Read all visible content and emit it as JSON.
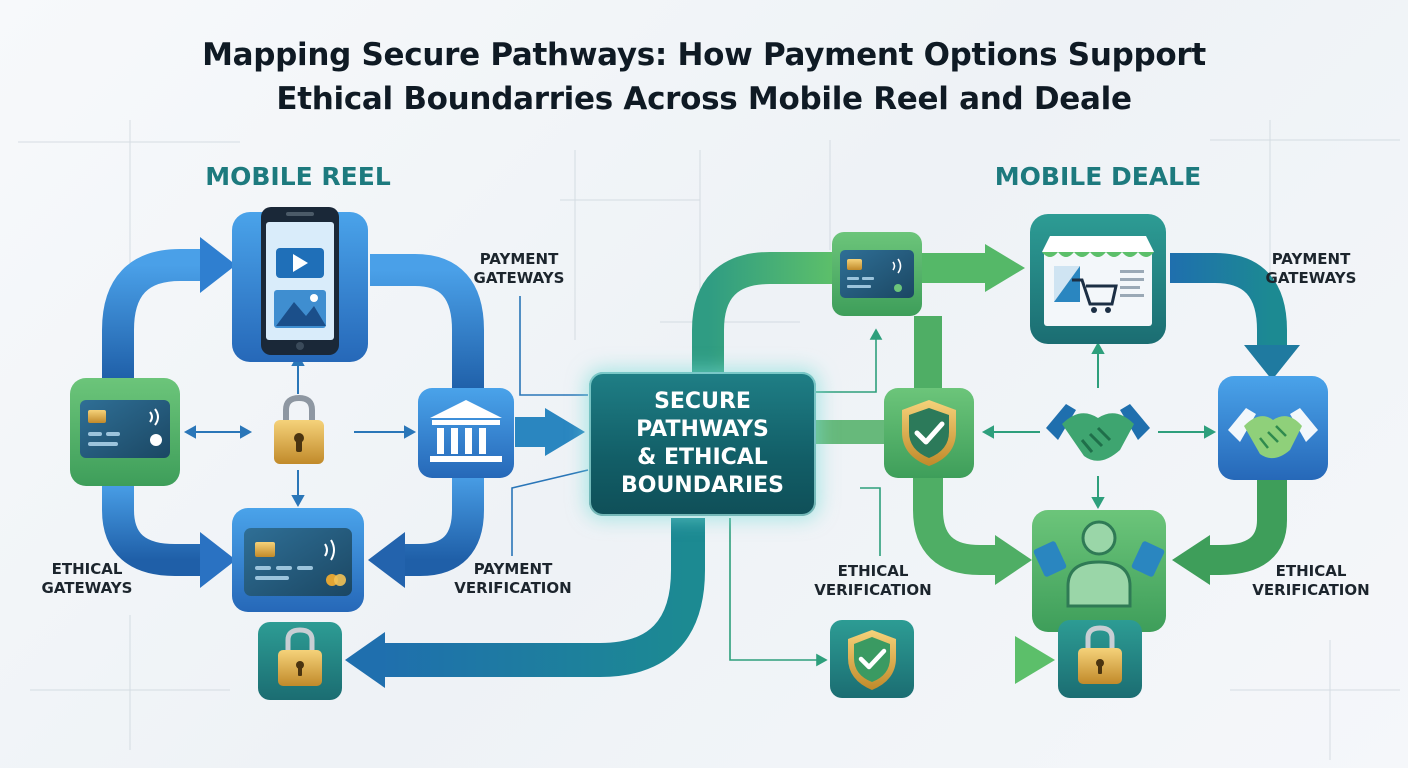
{
  "title": {
    "line1": "Mapping Secure Pathways: How Payment Options Support",
    "line2": "Ethical Boundarries Across Mobile Reel and Deale"
  },
  "left": {
    "heading": "MOBILE REEL",
    "label_payment_gateways": [
      "PAYMENT",
      "GATEWAYS"
    ],
    "label_ethical_gateways": [
      "ETHICAL",
      "GATEWAYS"
    ],
    "label_payment_verification": [
      "PAYMENT",
      "VERIFICATION"
    ]
  },
  "center": {
    "line1": "SECURE",
    "line2": "PATHWAYS",
    "line3": "& ETHICAL",
    "line4": "BOUNDARIES"
  },
  "right": {
    "heading": "MOBILE DEALE",
    "label_payment_gateways": [
      "PAYMENT",
      "GATEWAYS"
    ],
    "label_ethical_verification_center": [
      "ETHICAL",
      "VERIFICATION"
    ],
    "label_ethical_verification_right": [
      "ETHICAL",
      "VERIFICATION"
    ]
  },
  "colors": {
    "blue": "#2f7fd0",
    "teal": "#1f7f86",
    "green": "#4fae65",
    "dark_text": "#0f1a24"
  },
  "icons": {
    "left": [
      "smartphone-video-icon",
      "credit-card-icon",
      "padlock-icon",
      "bank-icon",
      "credit-card-icon",
      "padlock-icon"
    ],
    "right": [
      "credit-card-icon",
      "shopping-cart-icon",
      "shield-check-icon",
      "handshake-icon",
      "handshake-icon",
      "user-icon",
      "shield-check-icon",
      "padlock-icon"
    ]
  }
}
